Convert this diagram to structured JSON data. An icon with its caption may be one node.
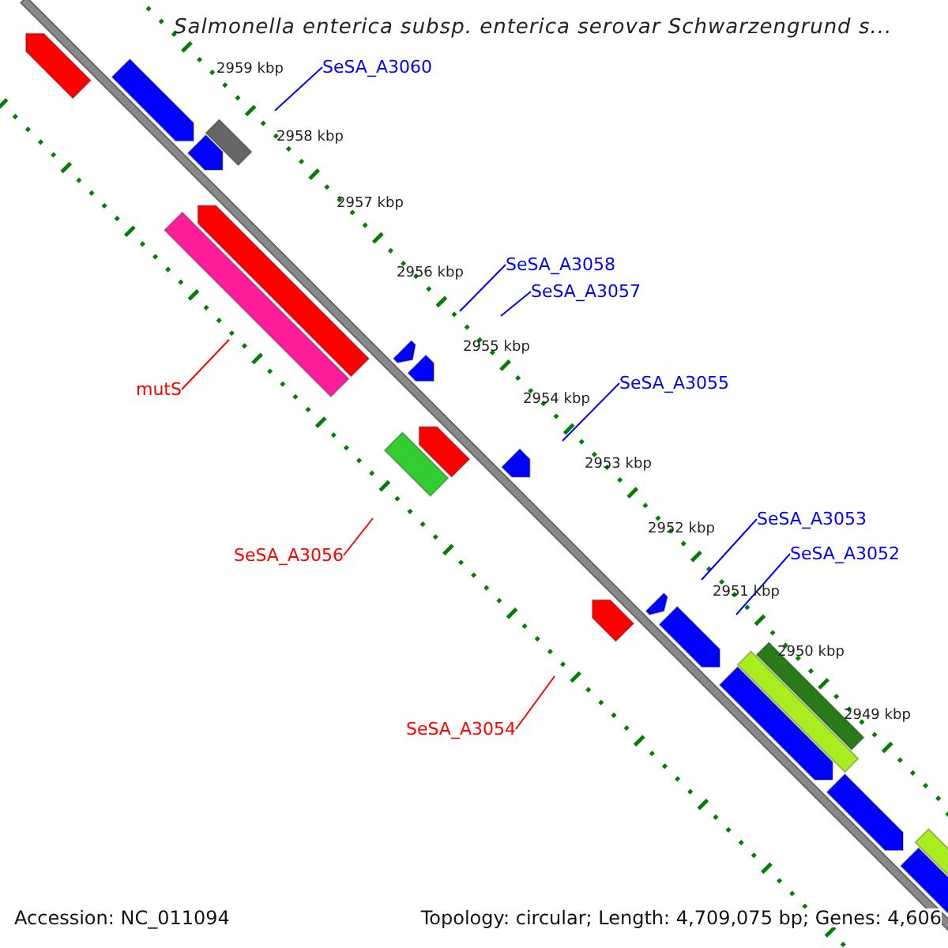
{
  "diagram": {
    "title": "Salmonella enterica subsp. enterica serovar Schwarzengrund s...",
    "nodes": [
      {
        "text": [
          "SeSA_A3060"
        ]
      },
      {
        "text": [
          "SeSA_A3058"
        ]
      },
      {
        "text": [
          "SeSA_A3057"
        ]
      },
      {
        "text": [
          "mutS"
        ]
      },
      {
        "text": [
          "SeSA_A3055"
        ]
      },
      {
        "text": [
          "SeSA_A3056"
        ]
      },
      {
        "text": [
          "SeSA_A3053"
        ]
      },
      {
        "text": [
          "SeSA_A3052"
        ]
      },
      {
        "text": [
          "SeSA_A3054"
        ]
      }
    ],
    "edges": [
      {
        "from": 0,
        "to": null,
        "arrow": "none"
      },
      {
        "from": 1,
        "to": null,
        "arrow": "none"
      },
      {
        "from": 2,
        "to": null,
        "arrow": "none"
      },
      {
        "from": 3,
        "to": null,
        "arrow": "none",
        "color": "#ff0000"
      },
      {
        "from": 4,
        "to": null,
        "arrow": "none"
      },
      {
        "from": 5,
        "to": null,
        "arrow": "none",
        "color": "#ff0000"
      },
      {
        "from": 6,
        "to": null,
        "arrow": "none"
      },
      {
        "from": 7,
        "to": null,
        "arrow": "none"
      },
      {
        "from": 8,
        "to": null,
        "arrow": "none",
        "color": "#ff0000"
      }
    ],
    "labels": [
      "2959 kbp",
      "2958 kbp",
      "2957 kbp",
      "2956 kbp",
      "2955 kbp",
      "2954 kbp",
      "2953 kbp",
      "2952 kbp",
      "2951 kbp",
      "2950 kbp",
      "2949 kbp",
      "Accession: NC_011094",
      "Topology: circular; Length: 4,709,075 bp; Genes: 4,606"
    ]
  }
}
